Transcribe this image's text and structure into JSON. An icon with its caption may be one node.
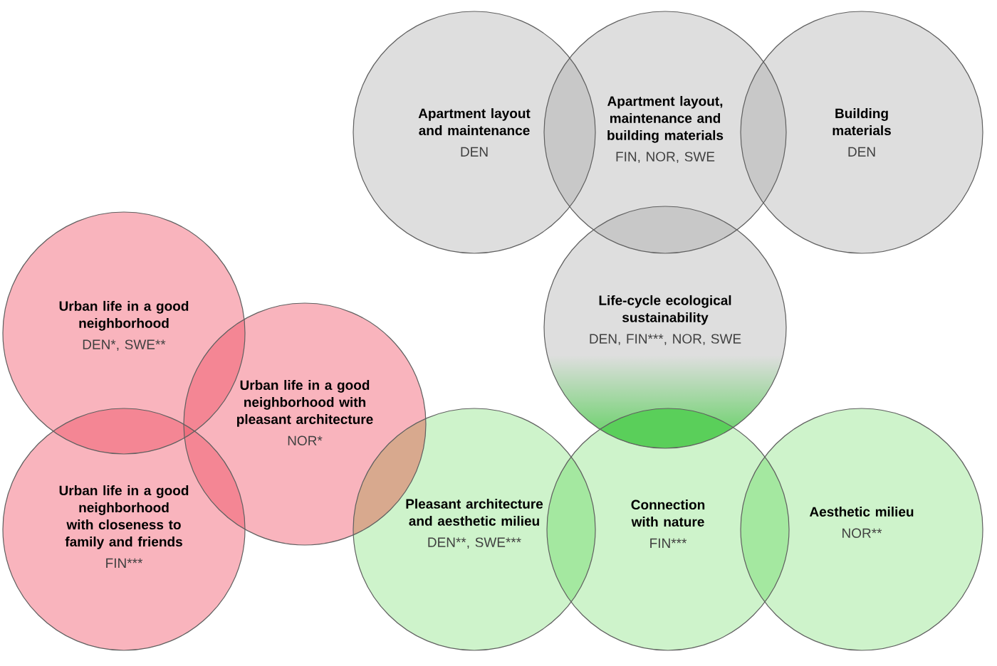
{
  "diagram": {
    "nodes": [
      {
        "text": [
          "Apartment layout and maintenance",
          "DEN"
        ]
      },
      {
        "text": [
          "Apartment layout, maintenance and building materials",
          "FIN, NOR, SWE"
        ]
      },
      {
        "text": [
          "Building materials",
          "DEN"
        ]
      },
      {
        "text": [
          "Life-cycle ecological sustainability",
          "DEN, FIN***, NOR, SWE"
        ]
      },
      {
        "text": [
          "Urban life in a good neighborhood",
          "DEN*, SWE**"
        ]
      },
      {
        "text": [
          "Urban life in a good neighborhood with pleasant architecture",
          "NOR*"
        ]
      },
      {
        "text": [
          "Urban life in a good neighborhood with closeness to family and friends",
          "FIN***"
        ]
      },
      {
        "text": [
          "Pleasant architecture and aesthetic milieu",
          "DEN**, SWE***"
        ]
      },
      {
        "text": [
          "Connection with nature",
          "FIN***"
        ]
      },
      {
        "text": [
          "Aesthetic milieu",
          "NOR**"
        ]
      }
    ]
  }
}
